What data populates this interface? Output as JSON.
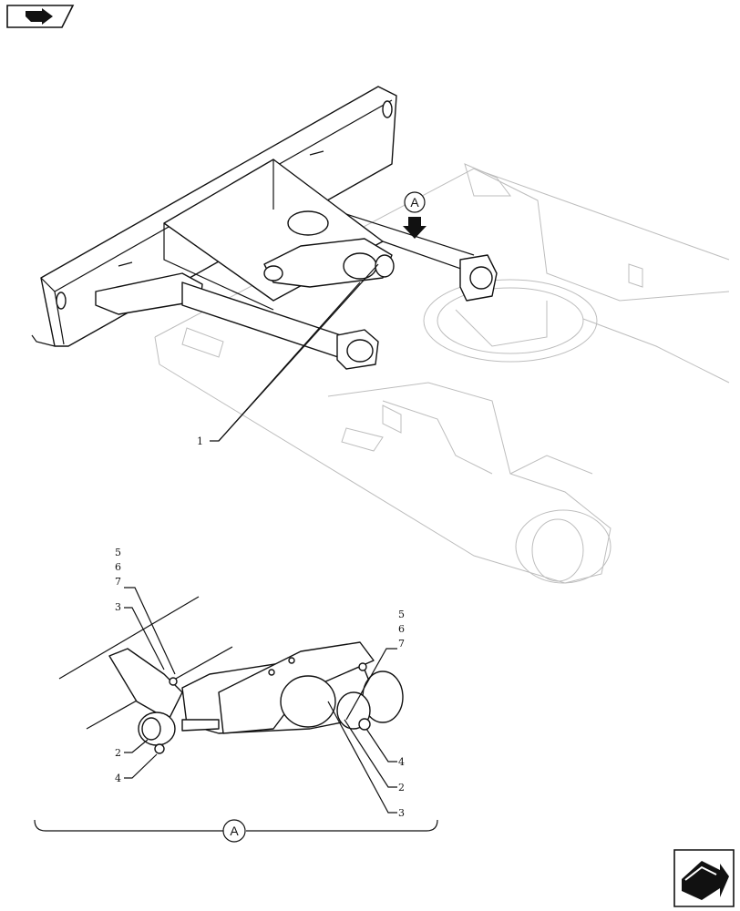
{
  "callouts_main": [
    "1"
  ],
  "view_label": "A",
  "detail_callouts": {
    "left_stack": [
      "5",
      "6",
      "7"
    ],
    "right_stack": [
      "5",
      "6",
      "7"
    ],
    "left_top": "3",
    "left_2": "2",
    "left_4": "4",
    "right_4": "4",
    "right_2": "2",
    "right_3": "3"
  },
  "detail_label": "A",
  "nav": {
    "top_left_icon": "back-arrow-icon",
    "bottom_right_icon": "next-arrow-icon"
  }
}
